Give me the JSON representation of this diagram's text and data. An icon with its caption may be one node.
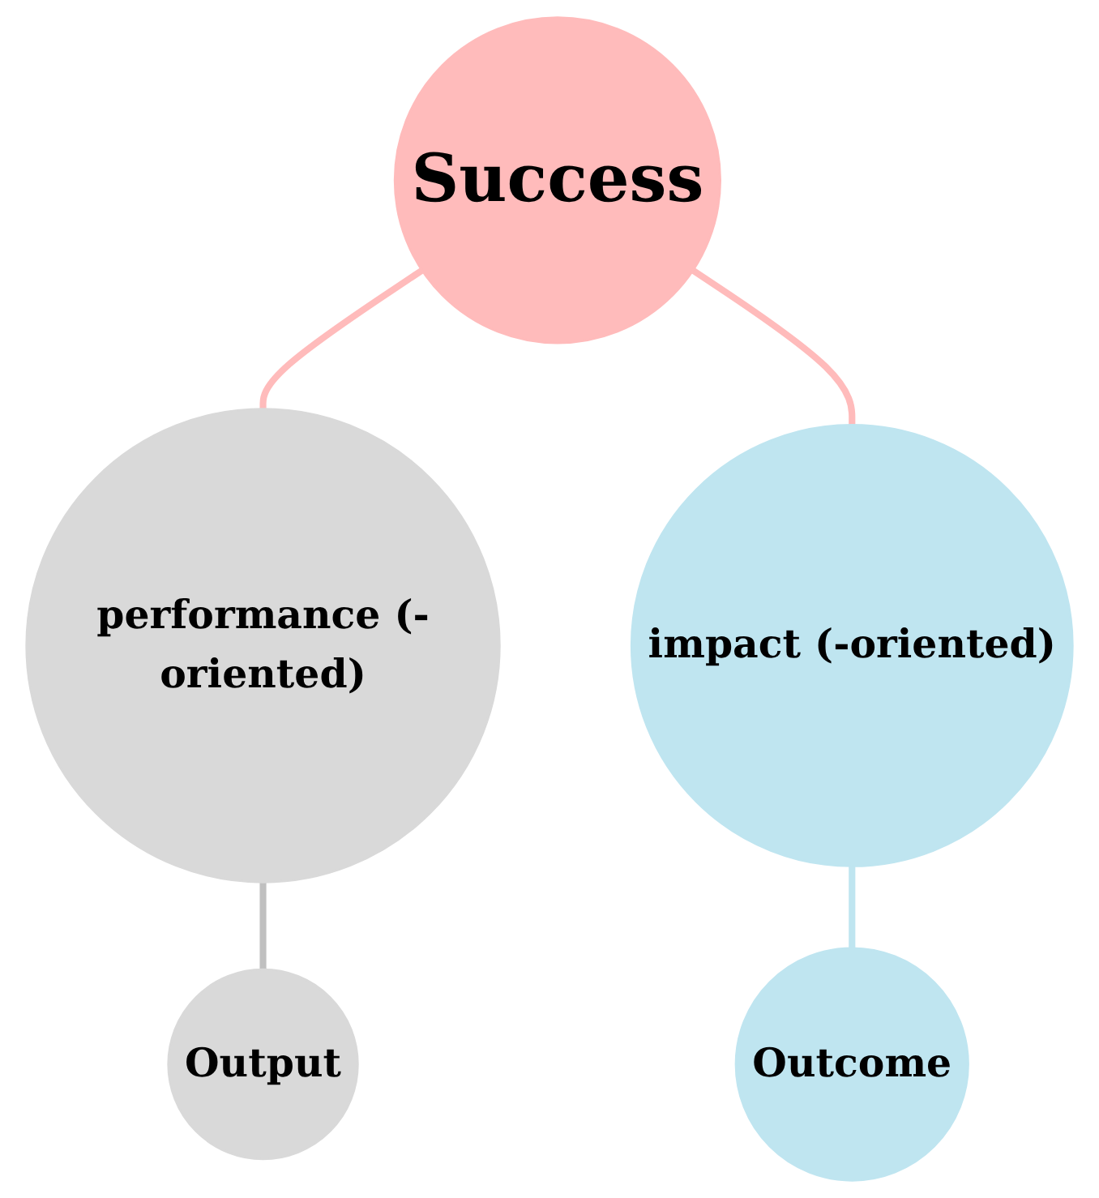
{
  "diagram": {
    "nodes": [
      {
        "text": [
          "Success"
        ]
      },
      {
        "text": [
          "performance (-oriented)"
        ]
      },
      {
        "text": [
          "impact (-oriented)"
        ]
      },
      {
        "text": [
          "Output"
        ]
      },
      {
        "text": [
          "Outcome"
        ]
      }
    ],
    "edges": [
      {
        "from": 0,
        "to": 1,
        "arrow": "none",
        "color": "#ffbbbb"
      },
      {
        "from": 0,
        "to": 2,
        "arrow": "none",
        "color": "#ffbbbb"
      },
      {
        "from": 1,
        "to": 3,
        "arrow": "none",
        "color": "#c0c0c0"
      },
      {
        "from": 2,
        "to": 4,
        "arrow": "none",
        "color": "#bfe5f0"
      }
    ]
  }
}
